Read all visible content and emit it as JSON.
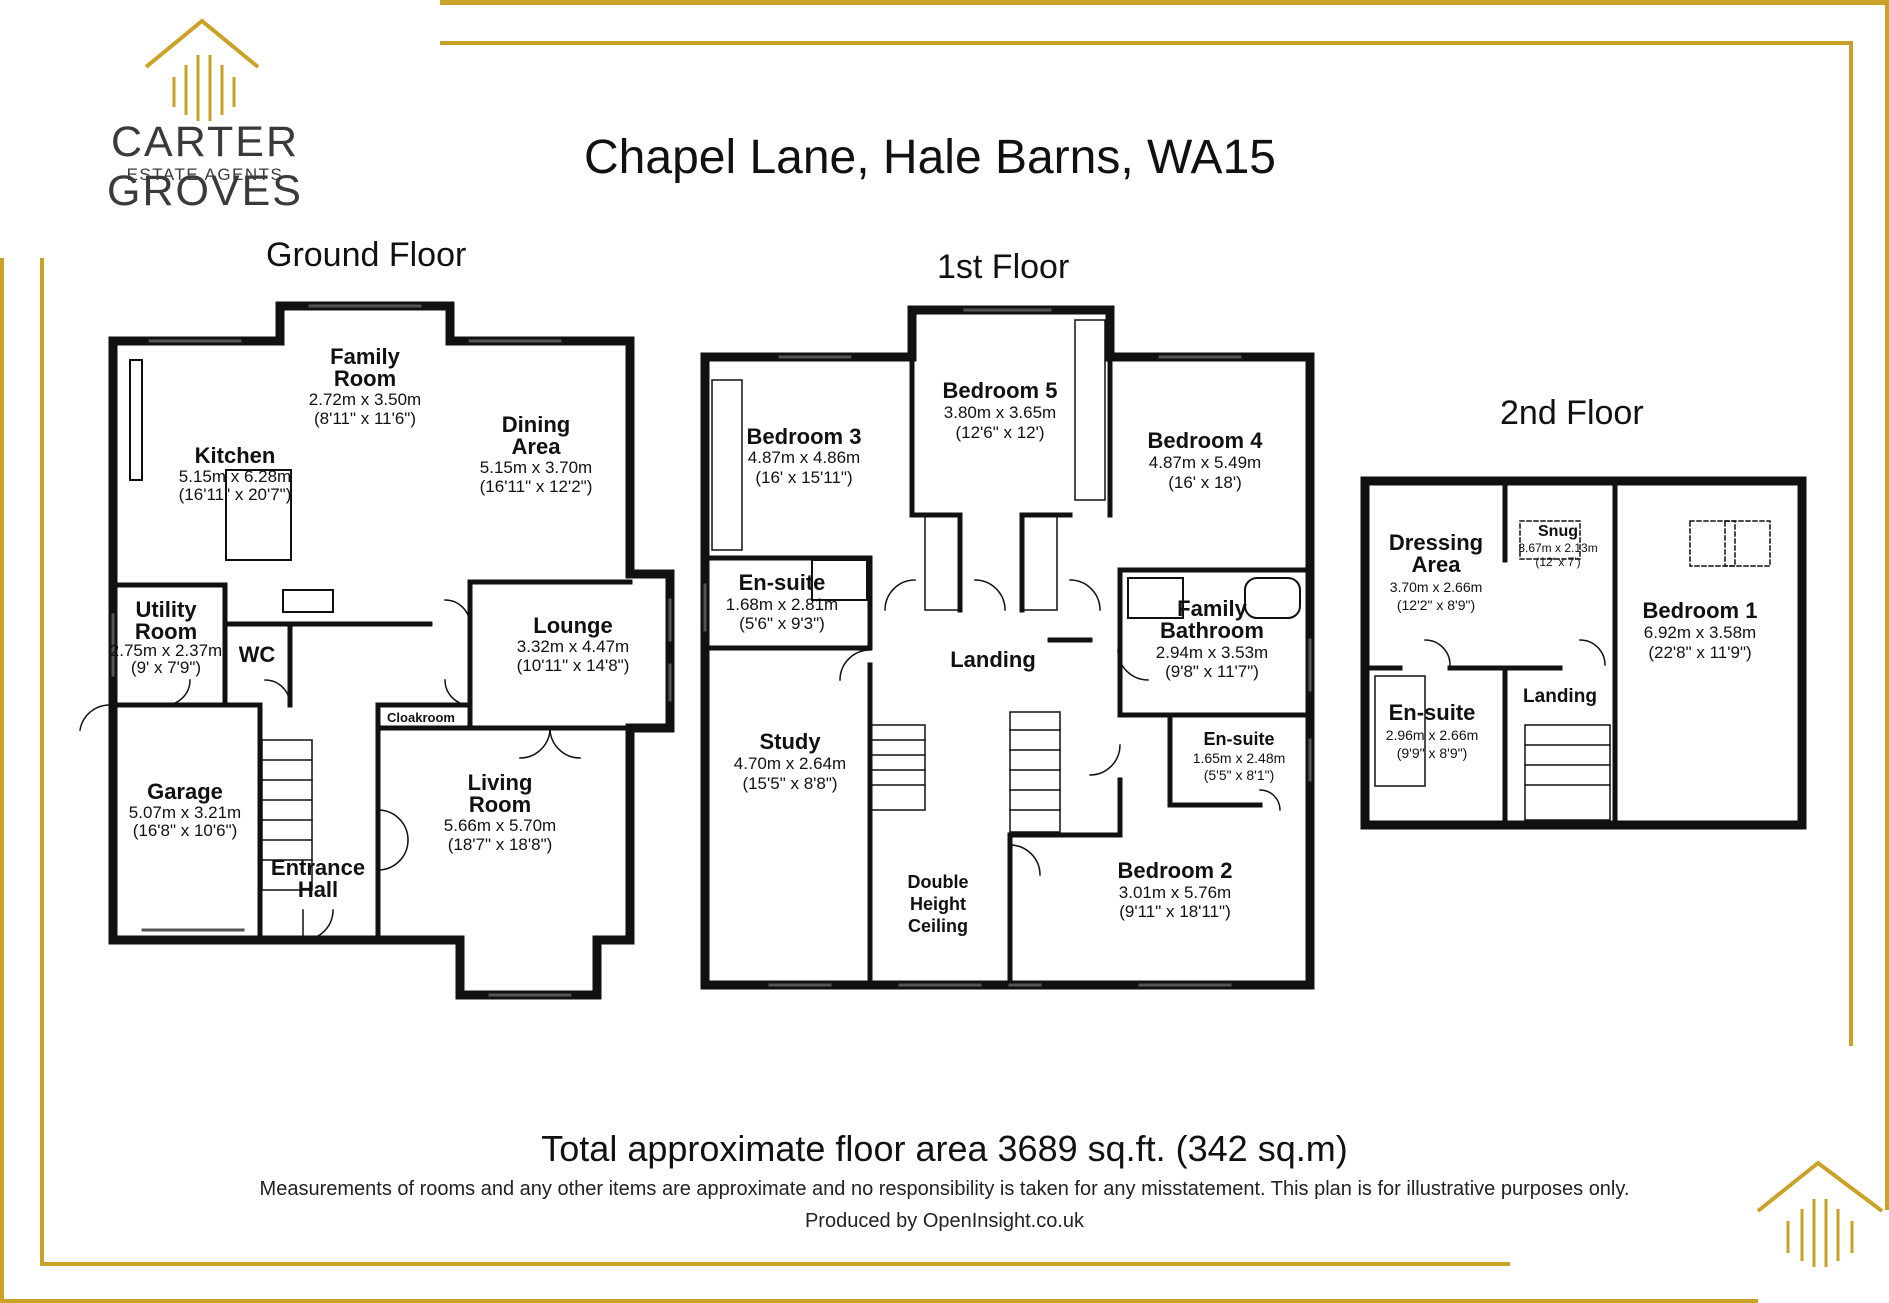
{
  "brand": {
    "name": "CARTER GROVES",
    "tagline": "ESTATE AGENTS",
    "accent_color": "#c9a227",
    "logo_icon": "house-roof-icon"
  },
  "title": "Chapel Lane, Hale Barns, WA15",
  "floors": {
    "ground": {
      "label": "Ground Floor",
      "rooms": {
        "family_room": {
          "name1": "Family",
          "name2": "Room",
          "dim": "2.72m x 3.50m",
          "imp": "(8'11\" x 11'6\")"
        },
        "kitchen": {
          "name": "Kitchen",
          "dim": "5.15m x 6.28m",
          "imp": "(16'11\" x 20'7\")"
        },
        "dining": {
          "name1": "Dining",
          "name2": "Area",
          "dim": "5.15m x 3.70m",
          "imp": "(16'11\" x 12'2\")"
        },
        "utility": {
          "name1": "Utility",
          "name2": "Room",
          "dim": "2.75m x 2.37m",
          "imp": "(9' x 7'9\")"
        },
        "wc": {
          "name": "WC"
        },
        "lounge": {
          "name": "Lounge",
          "dim": "3.32m x 4.47m",
          "imp": "(10'11\" x 14'8\")"
        },
        "cloakroom": {
          "name": "Cloakroom"
        },
        "garage": {
          "name": "Garage",
          "dim": "5.07m x 3.21m",
          "imp": "(16'8\" x 10'6\")"
        },
        "entrance": {
          "name1": "Entrance",
          "name2": "Hall"
        },
        "living": {
          "name1": "Living",
          "name2": "Room",
          "dim": "5.66m x 5.70m",
          "imp": "(18'7\" x 18'8\")"
        }
      }
    },
    "first": {
      "label": "1st Floor",
      "rooms": {
        "bedroom3": {
          "name": "Bedroom 3",
          "dim": "4.87m x 4.86m",
          "imp": "(16' x 15'11\")"
        },
        "bedroom5": {
          "name": "Bedroom 5",
          "dim": "3.80m x 3.65m",
          "imp": "(12'6\" x 12')"
        },
        "bedroom4": {
          "name": "Bedroom 4",
          "dim": "4.87m x 5.49m",
          "imp": "(16' x 18')"
        },
        "ensuite1": {
          "name": "En-suite",
          "dim": "1.68m x 2.81m",
          "imp": "(5'6\" x 9'3\")"
        },
        "landing": {
          "name": "Landing"
        },
        "family_bath": {
          "name1": "Family",
          "name2": "Bathroom",
          "dim": "2.94m x 3.53m",
          "imp": "(9'8\" x 11'7\")"
        },
        "study": {
          "name": "Study",
          "dim": "4.70m x 2.64m",
          "imp": "(15'5\" x 8'8\")"
        },
        "ensuite2": {
          "name": "En-suite",
          "dim": "1.65m x 2.48m",
          "imp": "(5'5\" x 8'1\")"
        },
        "bedroom2": {
          "name": "Bedroom 2",
          "dim": "3.01m x 5.76m",
          "imp": "(9'11\" x 18'11\")"
        },
        "double": {
          "name1": "Double",
          "name2": "Height",
          "name3": "Ceiling"
        }
      }
    },
    "second": {
      "label": "2nd Floor",
      "rooms": {
        "dressing": {
          "name1": "Dressing",
          "name2": "Area",
          "dim": "3.70m x 2.66m",
          "imp": "(12'2\" x 8'9\")"
        },
        "snug": {
          "name": "Snug",
          "dim": "3.67m x 2.13m",
          "imp": "(12' x 7')"
        },
        "bedroom1": {
          "name": "Bedroom 1",
          "dim": "6.92m x 3.58m",
          "imp": "(22'8\" x 11'9\")"
        },
        "ensuite": {
          "name": "En-suite",
          "dim": "2.96m x 2.66m",
          "imp": "(9'9\" x 8'9\")"
        },
        "landing": {
          "name": "Landing"
        }
      }
    }
  },
  "footer": {
    "area": "Total approximate floor area 3689 sq.ft. (342 sq.m)",
    "disclaimer": "Measurements of rooms and any other items are approximate and no responsibility is taken for any misstatement. This plan is for illustrative purposes only.",
    "produced": "Produced by OpenInsight.co.uk"
  }
}
